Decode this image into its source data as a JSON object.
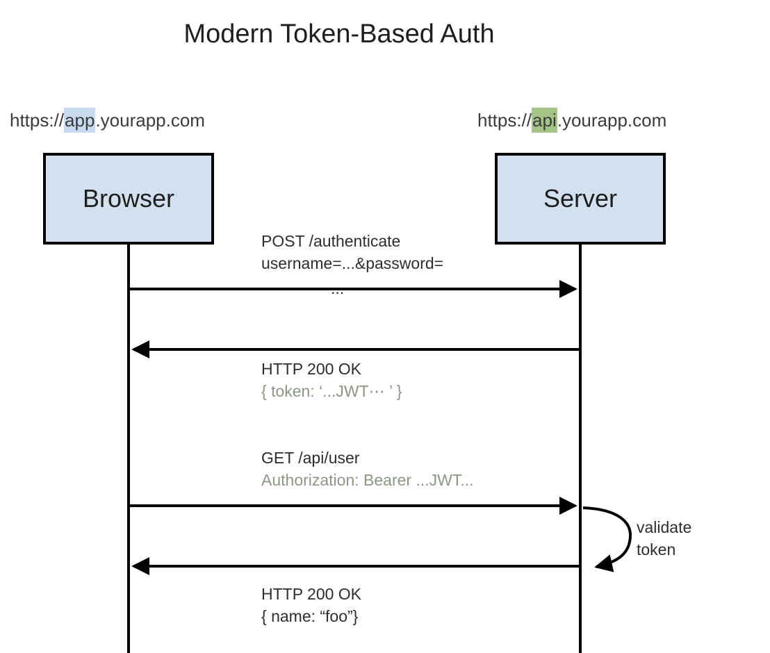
{
  "title": "Modern Token-Based Auth",
  "actors": {
    "browser": {
      "label": "Browser",
      "url_prefix": "https://",
      "url_highlight": "app",
      "url_suffix": ".yourapp.com"
    },
    "server": {
      "label": "Server",
      "url_prefix": "https://",
      "url_highlight": "api",
      "url_suffix": ".yourapp.com"
    }
  },
  "messages": [
    {
      "from": "browser",
      "to": "server",
      "line1": "POST /authenticate",
      "line2": "username=...&password=",
      "line3": "..."
    },
    {
      "from": "server",
      "to": "browser",
      "line1": "HTTP 200 OK",
      "line2": "{ token: ‘...JWT⋯ ’ }"
    },
    {
      "from": "browser",
      "to": "server",
      "line1": "GET /api/user",
      "line2": "Authorization: Bearer ...JWT..."
    },
    {
      "from": "server",
      "to": "browser",
      "line1": "HTTP 200 OK",
      "line2": "{ name: “foo”}"
    }
  ],
  "self_action": {
    "line1": "validate",
    "line2": "token"
  },
  "colors": {
    "actor_box_fill": "#d2e0f0",
    "app_highlight": "#c8daf0",
    "api_highlight": "#a3c387",
    "primary_text": "#2d2d2d",
    "secondary_text": "#8b9784",
    "line_color": "#000000"
  }
}
